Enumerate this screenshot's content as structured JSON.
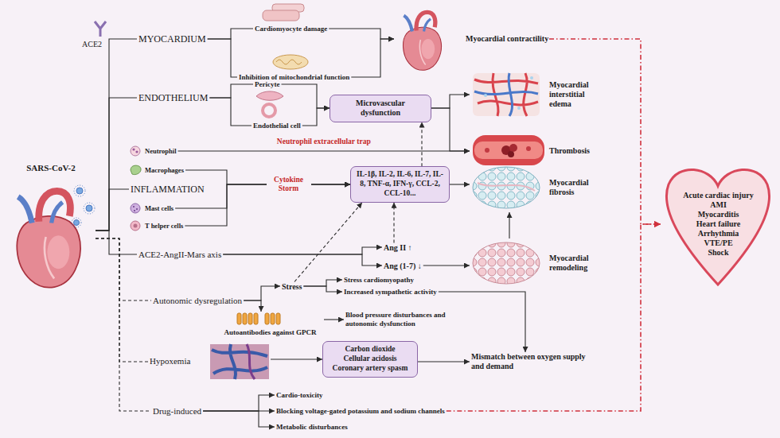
{
  "diagram": {
    "nodes": [
      {
        "text": [
          "SARS-CoV-2"
        ]
      },
      {
        "text": [
          "MYOCARDIUM"
        ]
      },
      {
        "text": [
          "Cardiomyocyte damage"
        ]
      },
      {
        "text": [
          "Inhibition of mitochondrial function"
        ]
      },
      {
        "text": [
          "Myocardial contractility"
        ]
      },
      {
        "text": [
          "ENDOTHELIUM"
        ]
      },
      {
        "text": [
          "Pericyte"
        ]
      },
      {
        "text": [
          "Endothelial cell"
        ]
      },
      {
        "text": [
          "Microvascular dysfunction"
        ]
      },
      {
        "text": [
          "Myocardial interstitial edema"
        ]
      },
      {
        "text": [
          "Thrombosis"
        ]
      },
      {
        "text": [
          "Neutrophil"
        ]
      },
      {
        "text": [
          "INFLAMMATION"
        ]
      },
      {
        "text": [
          "Macrophages"
        ]
      },
      {
        "text": [
          "Mast cells"
        ]
      },
      {
        "text": [
          "T helper cells"
        ]
      },
      {
        "text": [
          "IL-1β, IL-2, IL-6, IL-7, IL-8, TNF-α, IFN-γ, CCL-2, CCL-10..."
        ]
      },
      {
        "text": [
          "Myocardial fibrosis"
        ]
      },
      {
        "text": [
          "ACE2-AngII-Mars axis"
        ]
      },
      {
        "text": [
          "Ang II ↑"
        ]
      },
      {
        "text": [
          "Ang (1-7) ↓"
        ]
      },
      {
        "text": [
          "Myocardial remodeling"
        ]
      },
      {
        "text": [
          "Autonomic dysregulation"
        ]
      },
      {
        "text": [
          "Stress"
        ]
      },
      {
        "text": [
          "Stress cardiomyopathy"
        ]
      },
      {
        "text": [
          "Increased sympathetic activity"
        ]
      },
      {
        "text": [
          "Autoantibodies against GPCR"
        ]
      },
      {
        "text": [
          "Blood pressure disturbances and autonomic dysfunction"
        ]
      },
      {
        "text": [
          "Hypoxemia"
        ]
      },
      {
        "text": [
          "Carbon dioxide",
          "Cellular acidosis",
          "Coronary artery spasm"
        ]
      },
      {
        "text": [
          "Mismatch between oxygen supply and demand"
        ]
      },
      {
        "text": [
          "Drug-induced"
        ]
      },
      {
        "text": [
          "Cardio-toxicity"
        ]
      },
      {
        "text": [
          "Blocking voltage-gated potassium and sodium channels"
        ]
      },
      {
        "text": [
          "Metabolic disturbances"
        ]
      },
      {
        "text": [
          "Acute cardiac injury",
          "AMI",
          "Myocarditis",
          "Heart failure",
          "Arrhythmia",
          "VTE/PE",
          "Shock"
        ]
      }
    ],
    "edges": [
      {
        "from": 0,
        "to": 1,
        "arrow": "none"
      },
      {
        "from": 0,
        "to": 5,
        "arrow": "none"
      },
      {
        "from": 0,
        "to": 12,
        "arrow": "none"
      },
      {
        "from": 0,
        "to": 18,
        "arrow": "none"
      },
      {
        "from": 0,
        "to": 22,
        "arrow": "none"
      },
      {
        "from": 0,
        "to": 28,
        "arrow": "none"
      },
      {
        "from": 0,
        "to": 31,
        "arrow": "none"
      },
      {
        "from": 1,
        "to": 2,
        "arrow": "none"
      },
      {
        "from": 1,
        "to": 3,
        "arrow": "none"
      },
      {
        "from": 2,
        "to": 4,
        "arrow": "to"
      },
      {
        "from": 3,
        "to": 4,
        "arrow": "to"
      },
      {
        "from": 5,
        "to": 6,
        "arrow": "none"
      },
      {
        "from": 5,
        "to": 7,
        "arrow": "none"
      },
      {
        "from": 6,
        "to": 8,
        "arrow": "to"
      },
      {
        "from": 7,
        "to": 8,
        "arrow": "to"
      },
      {
        "from": 8,
        "to": 9,
        "arrow": "to"
      },
      {
        "from": 8,
        "to": 10,
        "arrow": "to"
      },
      {
        "from": 11,
        "to": 10,
        "arrow": "to",
        "label": "Neutrophil extracellular trap"
      },
      {
        "from": 13,
        "to": 16,
        "arrow": "to"
      },
      {
        "from": 14,
        "to": 16,
        "arrow": "to",
        "label": "Cytokine Storm"
      },
      {
        "from": 15,
        "to": 16,
        "arrow": "to"
      },
      {
        "from": 16,
        "to": 8,
        "arrow": "to"
      },
      {
        "from": 16,
        "to": 17,
        "arrow": "to"
      },
      {
        "from": 18,
        "to": 19,
        "arrow": "to"
      },
      {
        "from": 18,
        "to": 20,
        "arrow": "to"
      },
      {
        "from": 19,
        "to": 16,
        "arrow": "to"
      },
      {
        "from": 20,
        "to": 21,
        "arrow": "to"
      },
      {
        "from": 21,
        "to": 17,
        "arrow": "to"
      },
      {
        "from": 22,
        "to": 23,
        "arrow": "to"
      },
      {
        "from": 22,
        "to": 26,
        "arrow": "to"
      },
      {
        "from": 23,
        "to": 24,
        "arrow": "to"
      },
      {
        "from": 23,
        "to": 25,
        "arrow": "to"
      },
      {
        "from": 23,
        "to": 16,
        "arrow": "to"
      },
      {
        "from": 26,
        "to": 27,
        "arrow": "to"
      },
      {
        "from": 25,
        "to": 30,
        "arrow": "to"
      },
      {
        "from": 28,
        "to": 29,
        "arrow": "to"
      },
      {
        "from": 29,
        "to": 30,
        "arrow": "to"
      },
      {
        "from": 31,
        "to": 32,
        "arrow": "to"
      },
      {
        "from": 31,
        "to": 33,
        "arrow": "to"
      },
      {
        "from": 31,
        "to": 34,
        "arrow": "to"
      },
      {
        "from": 4,
        "to": 35,
        "arrow": "to"
      },
      {
        "from": 33,
        "to": 35,
        "arrow": "to"
      }
    ],
    "labels": [
      "ACE2"
    ]
  }
}
